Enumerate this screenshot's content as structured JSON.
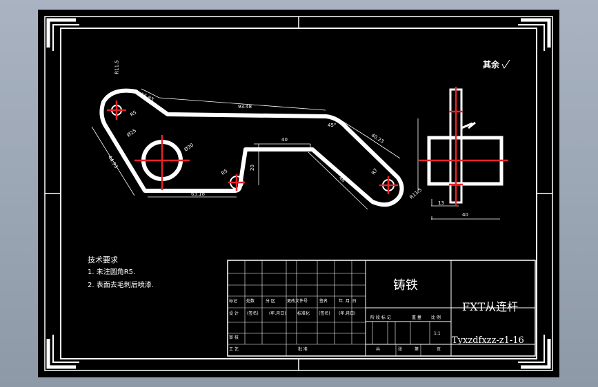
{
  "drawing": {
    "roughness_mark": "其余",
    "tech_requirements": {
      "heading": "技术要求",
      "items": [
        "1. 未注圆角R5.",
        "2. 表面去毛刺后喷漆."
      ]
    },
    "dimensions": {
      "top_left_r": "R11.5",
      "angle_top": "15.83",
      "length_top": "93.48",
      "r_left_hole": "R5",
      "dia_large_outer": "Ø25",
      "dia_large_inner": "Ø30",
      "left_slant": "44.93",
      "r_small_hole_mid": "R5",
      "height_step": "20",
      "width_step": "40",
      "bottom_length": "63.18",
      "right_top_slant": "40.23",
      "right_slant": "48",
      "r_right_hole": "R7",
      "r_right_end": "R11.5",
      "angle_mid": "45°",
      "side_width_small": "13",
      "side_width_total": "40"
    },
    "title_block": {
      "material": "铸铁",
      "part_name": "FXT从连杆",
      "drawing_number": "Tyxzdfxzz-z1-16",
      "row_labels_top": [
        "标记",
        "处数",
        "分 区",
        "更改文件号",
        "签名",
        "年. 月. 日"
      ],
      "row_labels_design": [
        "设 计",
        "(签名)",
        "(年.月日)",
        "标准化",
        "(签名)",
        "(年.月日)"
      ],
      "stage_labels": [
        "阶 段 标 记",
        "重 量",
        "比 例"
      ],
      "scale": "1:1",
      "review": "审 核",
      "process": "工 艺",
      "approve": "批 准",
      "sheet_info": [
        "共",
        "张",
        "第",
        "页"
      ]
    }
  }
}
